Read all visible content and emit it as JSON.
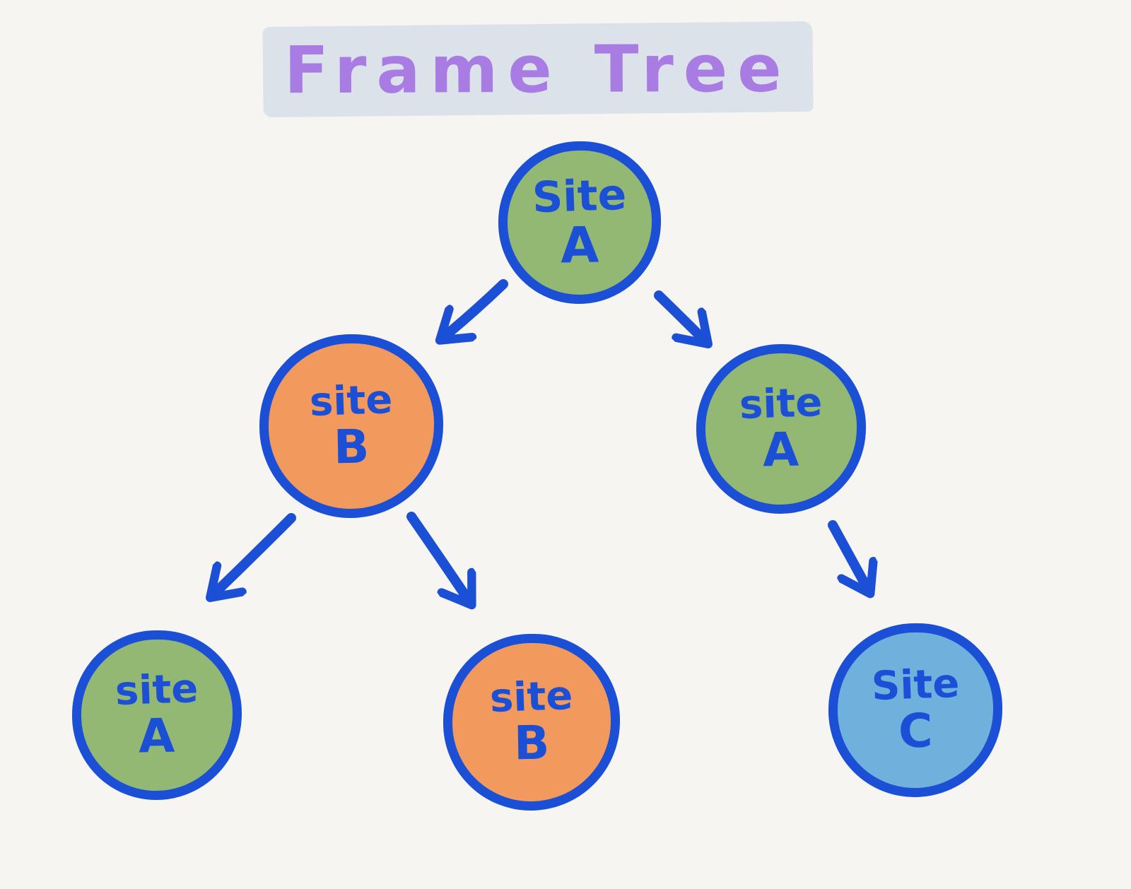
{
  "title": {
    "text": "Frame Tree",
    "text_color": "#a87ce3",
    "highlight_color": "#dbe2e9"
  },
  "colors": {
    "background": "#f6f5f2",
    "node_border": "#1a4fd6",
    "node_text": "#1a4fd6",
    "arrow": "#1a4fd6",
    "fill_green": "#92b873",
    "fill_orange": "#f2995e",
    "fill_blue": "#6fb0dc"
  },
  "nodes": [
    {
      "id": "root-site-a",
      "word": "Site",
      "letter": "A",
      "fill": "green"
    },
    {
      "id": "mid-site-b",
      "word": "site",
      "letter": "B",
      "fill": "orange"
    },
    {
      "id": "mid-site-a",
      "word": "site",
      "letter": "A",
      "fill": "green"
    },
    {
      "id": "leaf-site-a",
      "word": "site",
      "letter": "A",
      "fill": "green"
    },
    {
      "id": "leaf-site-b",
      "word": "site",
      "letter": "B",
      "fill": "orange"
    },
    {
      "id": "leaf-site-c",
      "word": "Site",
      "letter": "C",
      "fill": "blue"
    }
  ],
  "edges": [
    {
      "from": "root-site-a",
      "to": "mid-site-b"
    },
    {
      "from": "root-site-a",
      "to": "mid-site-a"
    },
    {
      "from": "mid-site-b",
      "to": "leaf-site-a"
    },
    {
      "from": "mid-site-b",
      "to": "leaf-site-b"
    },
    {
      "from": "mid-site-a",
      "to": "leaf-site-c"
    }
  ]
}
